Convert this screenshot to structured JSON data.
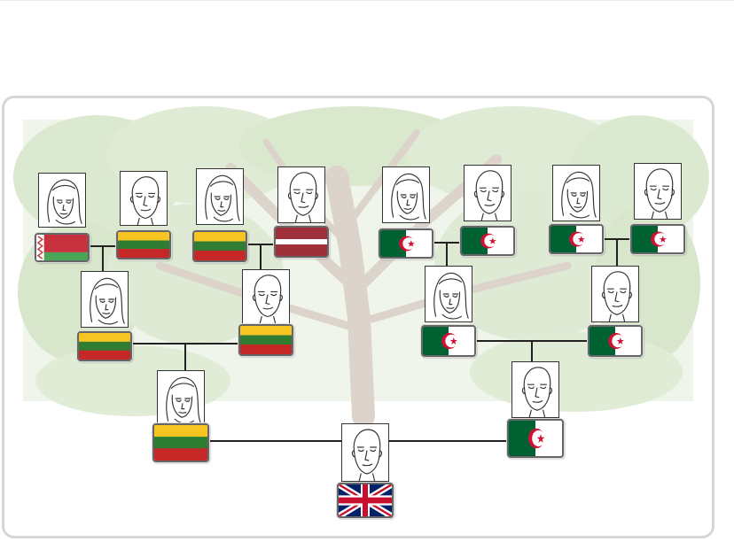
{
  "diagram": {
    "type": "family tree",
    "colors": {
      "connector": "#222222",
      "card_border": "#d6d6d6",
      "foliage": "#c9dcb8",
      "trunk": "#d8cfc6"
    },
    "generations": [
      {
        "level": "great-grandparents",
        "people": [
          {
            "id": "p1",
            "face": "female",
            "flag": "belarus"
          },
          {
            "id": "p2",
            "face": "male",
            "flag": "lithuania"
          },
          {
            "id": "p3",
            "face": "female",
            "flag": "lithuania"
          },
          {
            "id": "p4",
            "face": "male",
            "flag": "latvia"
          },
          {
            "id": "p5",
            "face": "female",
            "flag": "algeria"
          },
          {
            "id": "p6",
            "face": "male",
            "flag": "algeria"
          },
          {
            "id": "p7",
            "face": "female",
            "flag": "algeria"
          },
          {
            "id": "p8",
            "face": "male",
            "flag": "algeria"
          }
        ]
      },
      {
        "level": "grandparents",
        "people": [
          {
            "id": "g1",
            "face": "female",
            "flag": "lithuania",
            "parents": [
              "p1",
              "p2"
            ]
          },
          {
            "id": "g2",
            "face": "male",
            "flag": "lithuania",
            "parents": [
              "p3",
              "p4"
            ]
          },
          {
            "id": "g3",
            "face": "female",
            "flag": "algeria",
            "parents": [
              "p5",
              "p6"
            ]
          },
          {
            "id": "g4",
            "face": "male",
            "flag": "algeria",
            "parents": [
              "p7",
              "p8"
            ]
          }
        ]
      },
      {
        "level": "parents",
        "people": [
          {
            "id": "m1",
            "face": "female",
            "flag": "lithuania",
            "parents": [
              "g1",
              "g2"
            ]
          },
          {
            "id": "m2",
            "face": "male",
            "flag": "algeria",
            "parents": [
              "g3",
              "g4"
            ]
          }
        ]
      },
      {
        "level": "subject",
        "people": [
          {
            "id": "c1",
            "face": "male",
            "flag": "united-kingdom",
            "parents": [
              "m1",
              "m2"
            ]
          }
        ]
      }
    ]
  }
}
